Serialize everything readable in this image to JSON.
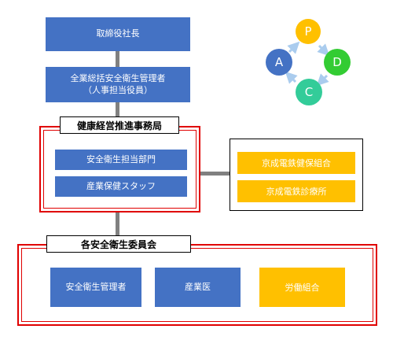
{
  "top": {
    "president": "取締役社長",
    "officer_line1": "全業総括安全衛生管理者",
    "officer_line2": "（人事担当役員）"
  },
  "office": {
    "label": "健康経営推進事務局",
    "dept1": "安全衛生担当部門",
    "dept2": "産業保健スタッフ"
  },
  "partners": {
    "item1": "京成電鉄健保組合",
    "item2": "京成電鉄診療所"
  },
  "committee": {
    "label": "各安全衛生委員会",
    "item1": "安全衛生管理者",
    "item2": "産業医",
    "item3": "労働組合"
  },
  "pdca": {
    "p": "P",
    "d": "D",
    "c": "C",
    "a": "A",
    "color_p": "#ffc000",
    "color_d": "#33cc33",
    "color_c": "#33cc99",
    "color_a": "#4472c4"
  },
  "colors": {
    "blue": "#4472c4",
    "orange": "#ffc000",
    "red": "#e00000",
    "line": "#808080"
  }
}
